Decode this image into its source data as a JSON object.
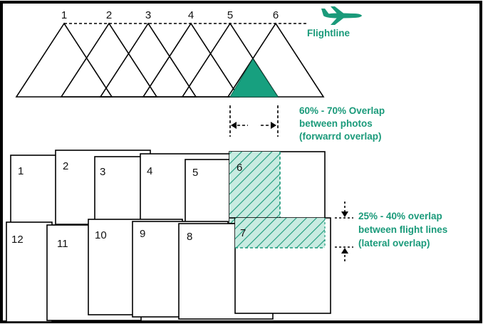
{
  "colors": {
    "accent": "#1a9a7a",
    "accent_fill": "#17a07f",
    "frame": "#000000",
    "photo_fill": "#ffffff",
    "overlap_hatch_bg": "#c8ebe1"
  },
  "icons": {
    "aircraft": "airplane-icon"
  },
  "flightline": {
    "label": "Flightline",
    "exposure_numbers": [
      "1",
      "2",
      "3",
      "4",
      "5",
      "6"
    ]
  },
  "forward_overlap": {
    "line1": "60% - 70% Overlap",
    "line2": "between photos",
    "line3": "(forwarrd overlap)"
  },
  "lateral_overlap": {
    "line1": "25% - 40% overlap",
    "line2": "between flight lines",
    "line3": "(lateral overlap)"
  },
  "photos": {
    "top_row": [
      "1",
      "2",
      "3",
      "4",
      "5",
      "6"
    ],
    "bottom_row": [
      "12",
      "11",
      "10",
      "9",
      "8",
      "7"
    ]
  }
}
